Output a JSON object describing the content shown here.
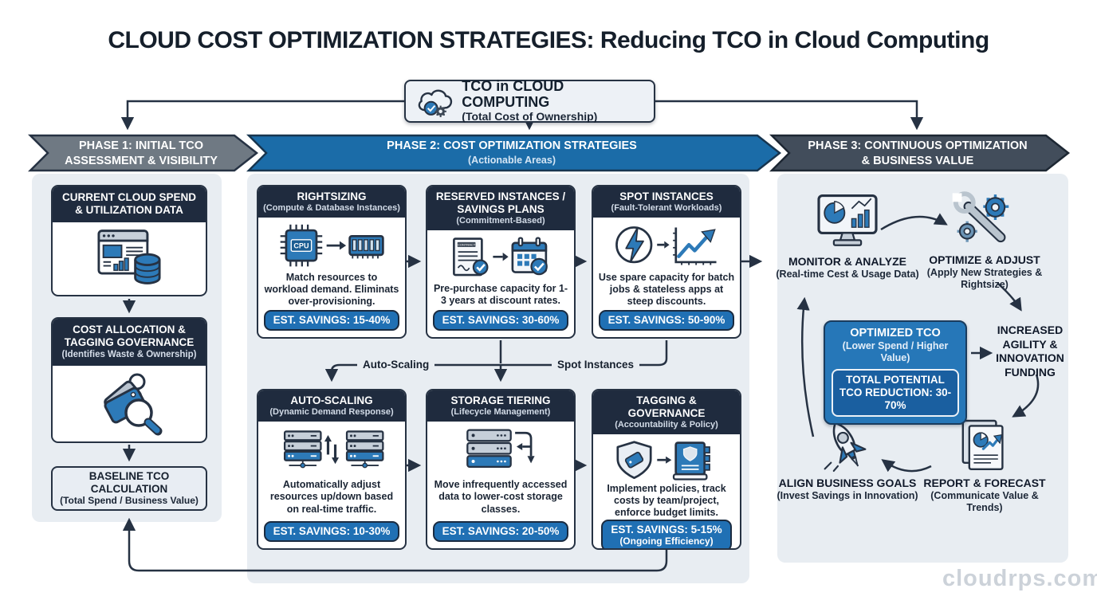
{
  "title": "CLOUD COST OPTIMIZATION STRATEGIES: Reducing TCO in Cloud Computing",
  "watermark": "cloudrps.com",
  "colors": {
    "accent_blue": "#1b6ca8",
    "badge_blue": "#2070b4",
    "dark_navy": "#263243",
    "panel_gray": "#e8edf2",
    "phase1_gray": "#6f7983",
    "phase3_slate": "#424d5b"
  },
  "tco_header": {
    "title": "TCO in CLOUD COMPUTING",
    "subtitle": "(Total Cost of Ownership)",
    "icon": "cloud-gear-icon"
  },
  "phase_banners": [
    {
      "line1": "PHASE 1: INITIAL TCO",
      "line2": "ASSESSMENT & VISIBILITY"
    },
    {
      "line1": "PHASE 2: COST OPTIMIZATION STRATEGIES",
      "line2": "(Actionable Areas)"
    },
    {
      "line1": "PHASE 3: CONTINUOUS OPTIMIZATION",
      "line2": "& BUSINESS VALUE"
    }
  ],
  "phase1": {
    "boxes": [
      {
        "title": "CURRENT CLOUD SPEND & UTILIZATION DATA",
        "icon": "dashboard-database-icon"
      },
      {
        "title": "COST ALLOCATION & TAGGING GOVERNANCE",
        "subtitle": "(Identifies Waste & Ownership)",
        "icon": "price-tag-magnifier-icon"
      },
      {
        "title": "BASELINE TCO CALCULATION",
        "subtitle": "(Total Spend / Business Value)"
      }
    ]
  },
  "phase2": {
    "row1": [
      {
        "title": "RIGHTSIZING",
        "subtitle": "(Compute & Database Instances)",
        "description": "Match resources to workload demand. Eliminats over-provisioning.",
        "savings": "EST. SAVINGS: 15-40%",
        "icon": "cpu-to-ram-icon"
      },
      {
        "title": "RESERVED INSTANCES / SAVINGS PLANS",
        "subtitle": "(Commitment-Based)",
        "description": "Pre-purchase capacity for 1-3 years at discount rates.",
        "savings": "EST. SAVINGS: 30-60%",
        "icon": "contract-to-calendar-icon"
      },
      {
        "title": "SPOT INSTANCES",
        "subtitle": "(Fault-Tolerant Workloads)",
        "description": "Use spare capacity for batch jobs & stateless apps at steep discounts.",
        "savings": "EST. SAVINGS: 50-90%",
        "icon": "bolt-to-chart-icon"
      }
    ],
    "row2": [
      {
        "title": "AUTO-SCALING",
        "subtitle": "(Dynamic Demand Response)",
        "description": "Automatically adjust resources up/down based on real-time traffic.",
        "savings": "EST. SAVINGS: 10-30%",
        "icon": "servers-scaling-icon"
      },
      {
        "title": "STORAGE TIERING",
        "subtitle": "(Lifecycle Management)",
        "description": "Move infrequently accessed data to lower-cost storage classes.",
        "savings": "EST. SAVINGS: 20-50%",
        "icon": "storage-tiers-icon"
      },
      {
        "title": "TAGGING & GOVERNANCE",
        "subtitle": "(Accountability & Policy)",
        "description": "Implement policies, track costs by team/project, enforce budget limits.",
        "savings": "EST. SAVINGS: 5-15%",
        "savings_note": "(Ongoing Efficiency)",
        "icon": "shield-to-policy-book-icon"
      }
    ],
    "connector_labels": {
      "left": "Auto-Scaling",
      "right": "Spot Instances"
    }
  },
  "phase3": {
    "nodes": [
      {
        "title": "MONITOR & ANALYZE",
        "subtitle": "(Real-time Cest & Usage Data)",
        "icon": "analytics-monitor-icon"
      },
      {
        "title": "OPTIMIZE & ADJUST",
        "subtitle": "(Apply New Strategies & Rightsize)",
        "icon": "wrench-gears-icon"
      },
      {
        "title": "ALIGN BUSINESS GOALS",
        "subtitle": "(Invest Savings in Innovation)",
        "icon": "rocket-icon"
      },
      {
        "title": "REPORT & FORECAST",
        "subtitle": "(Communicate Value & Trends)",
        "icon": "report-document-icon"
      }
    ],
    "optimized_tco": {
      "title": "OPTIMIZED TCO",
      "subtitle": "(Lower Spend / Higher Value)",
      "badge": "TOTAL POTENTIAL TCO REDUCTION: 30-70%"
    },
    "outcome": "INCREASED AGILITY & INNOVATION FUNDING"
  }
}
